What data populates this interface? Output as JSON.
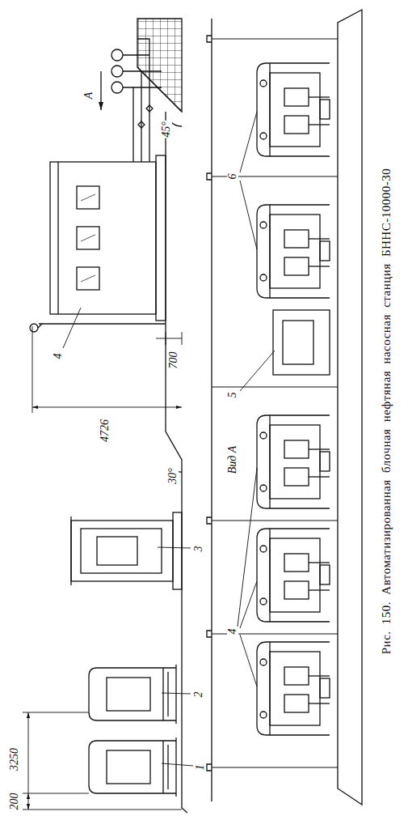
{
  "diagram": {
    "caption": "Рис. 150. Автоматизированная блочная нефтяная насосная станция БННС-10000-30",
    "labels": [
      "3250",
      "200",
      "1",
      "2",
      "3",
      "4726",
      "700",
      "30°",
      "4",
      "45°",
      "А",
      "Вид А",
      "4",
      "5",
      "6"
    ]
  }
}
